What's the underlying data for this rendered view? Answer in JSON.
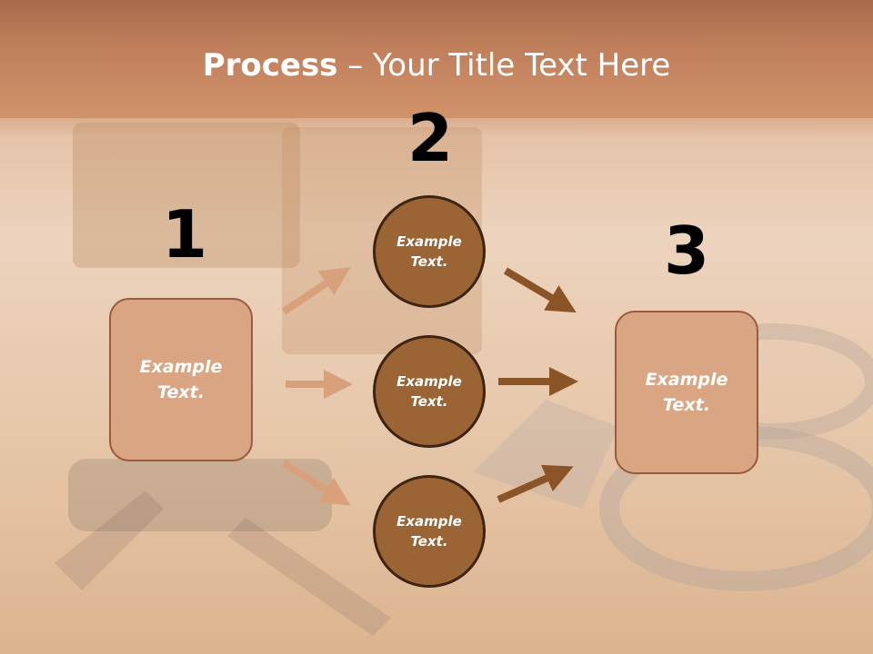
{
  "title": {
    "bold": "Process",
    "rest": " – Your Title Text Here"
  },
  "steps": [
    {
      "number": "1",
      "text": "Example\nText."
    },
    {
      "number": "2",
      "circles": [
        "Example\nText.",
        "Example\nText.",
        "Example\nText."
      ]
    },
    {
      "number": "3",
      "text": "Example\nText."
    }
  ],
  "colors": {
    "box_fill": "#d9a582",
    "circle_fill": "#9b6434",
    "arrow_light": "#d9a07c",
    "arrow_dark": "#8a5426"
  }
}
